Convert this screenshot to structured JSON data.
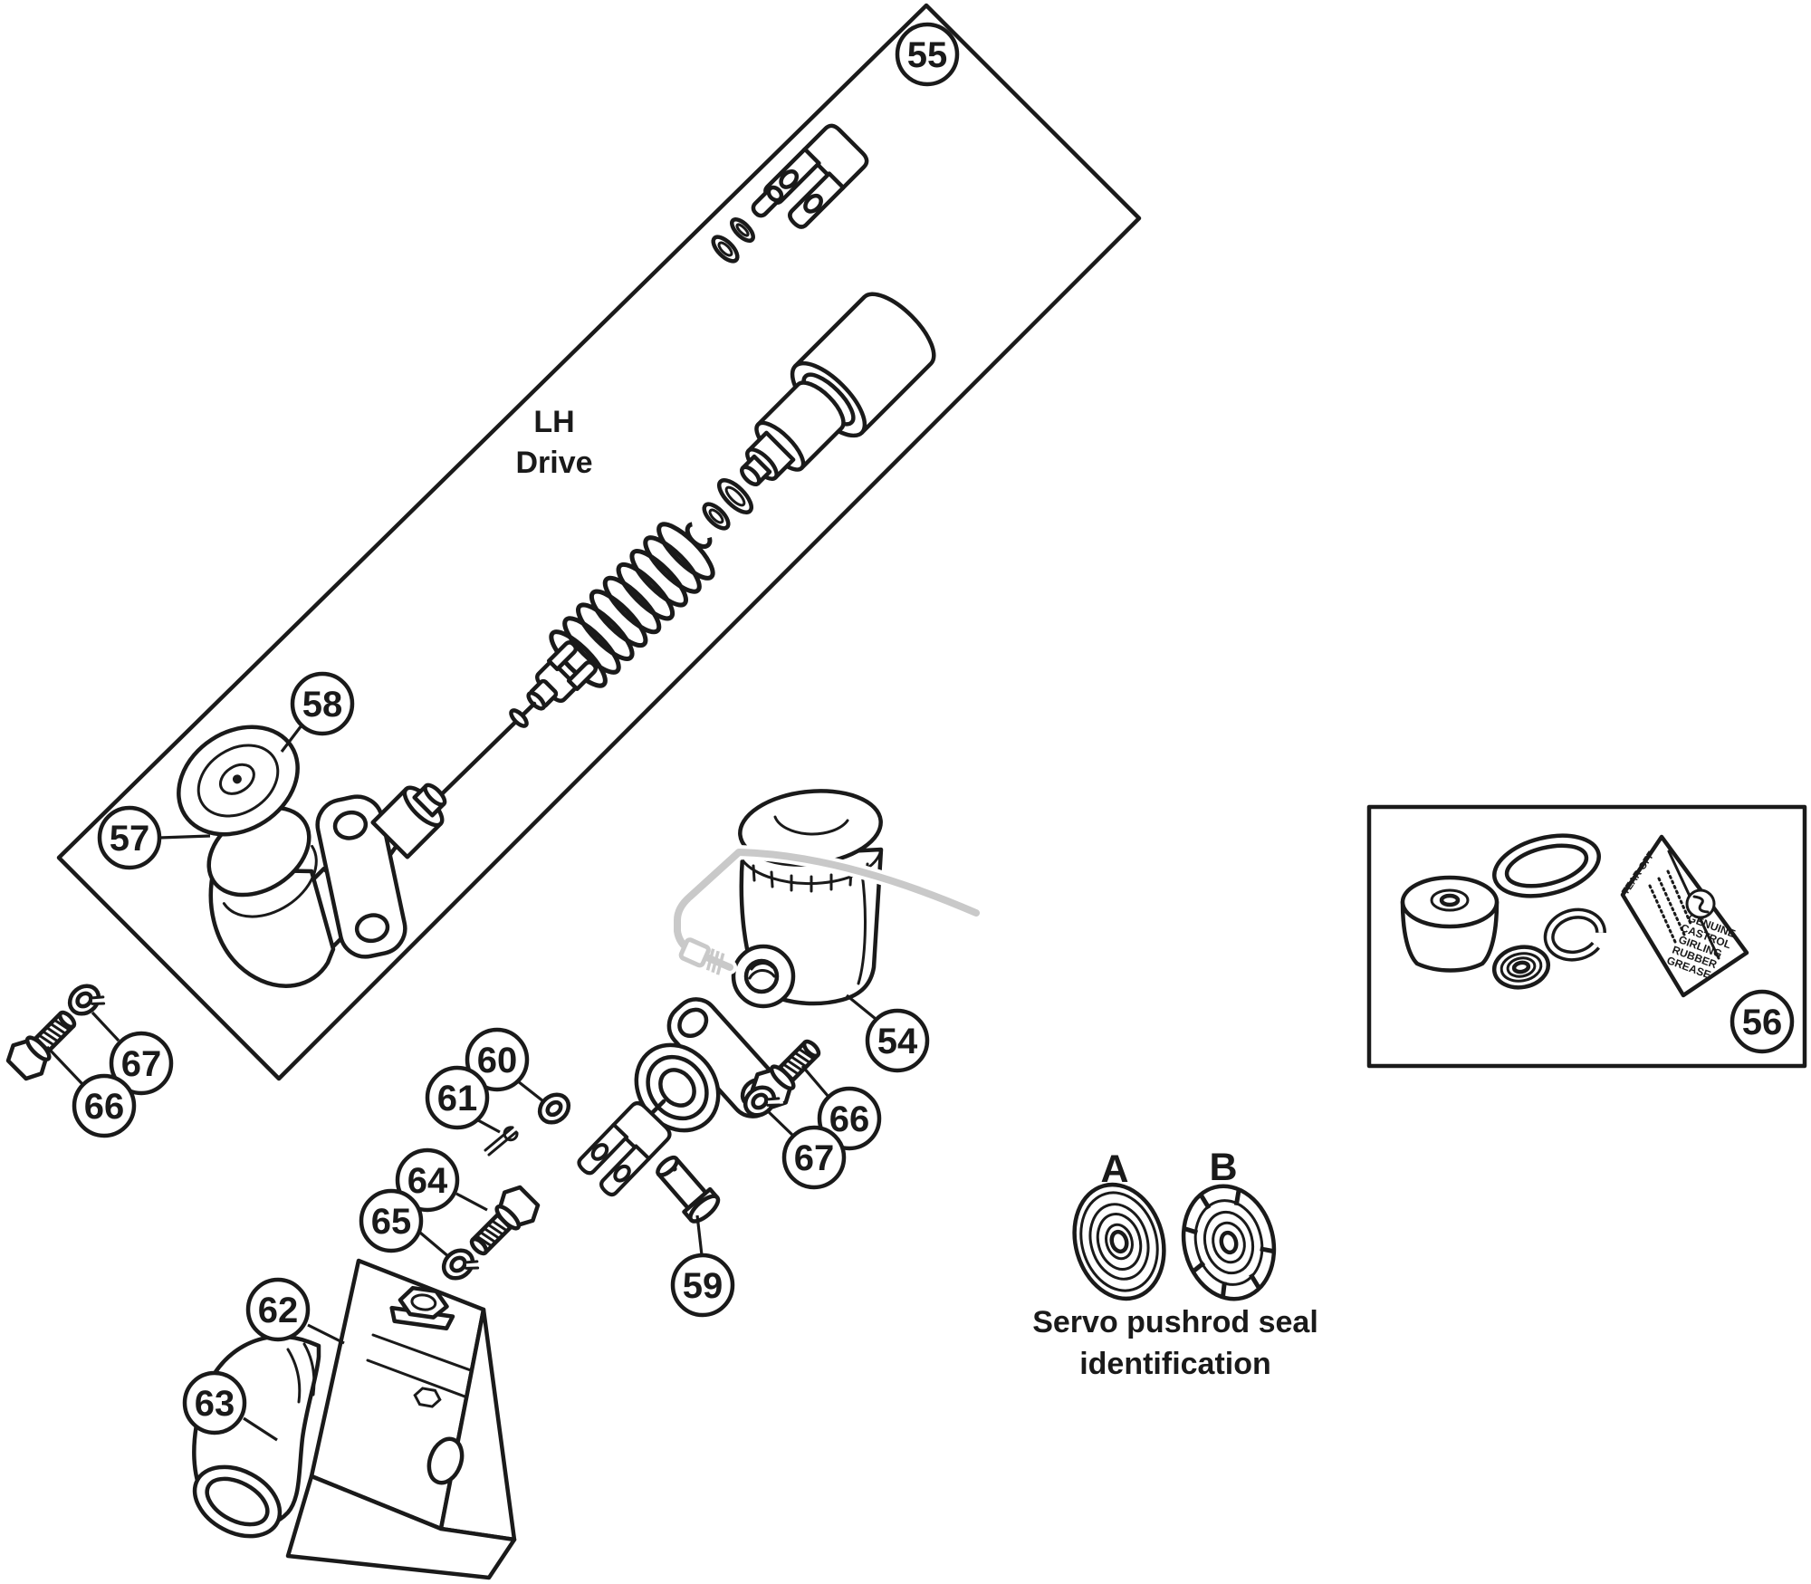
{
  "colors": {
    "line": "#1a1a1a",
    "pipe_grey": "#c9c9c9",
    "background": "#ffffff"
  },
  "lh_box": {
    "note_line1": "LH",
    "note_line2": "Drive"
  },
  "callouts": {
    "c54": "54",
    "c55": "55",
    "c56": "56",
    "c57": "57",
    "c58": "58",
    "c59": "59",
    "c60": "60",
    "c61": "61",
    "c62": "62",
    "c63": "63",
    "c64": "64",
    "c65": "65",
    "c66_left": "66",
    "c67_left": "67",
    "c66_right": "66",
    "c67_right": "67"
  },
  "seal_identification": {
    "label_a": "A",
    "label_b": "B",
    "caption_line1": "Servo pushrod seal",
    "caption_line2": "identification"
  },
  "grease_sachet": {
    "tear_off": "TEAR OFF",
    "text_lines": [
      "GENUINE",
      "CASTROL",
      "GIRLING",
      "RUBBER",
      "GREASE"
    ]
  }
}
